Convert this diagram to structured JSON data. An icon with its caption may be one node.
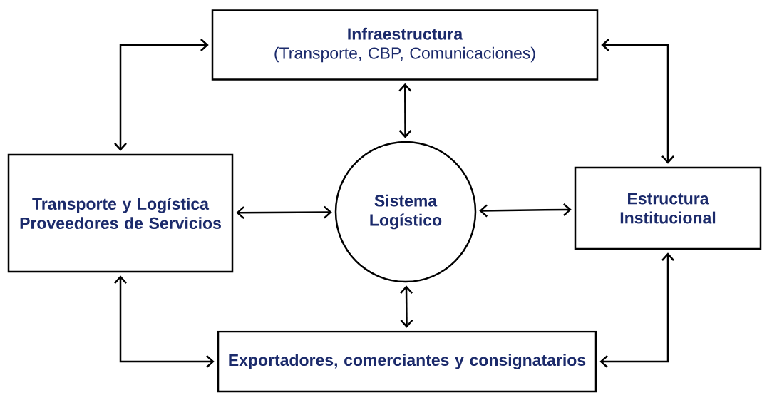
{
  "diagram": {
    "nodes": [
      {
        "text": [
          "Infraestructura",
          "(Transporte, CBP, Comunicaciones)"
        ]
      },
      {
        "text": [
          "Transporte y Logística Proveedores de Servicios"
        ]
      },
      {
        "text": [
          "Sistema Logístico"
        ]
      },
      {
        "text": [
          "Estructura Institucional"
        ]
      },
      {
        "text": [
          "Exportadores, comerciantes y consignatarios"
        ]
      }
    ],
    "edges": [
      {
        "from": 0,
        "to": 2,
        "arrow": "both"
      },
      {
        "from": 1,
        "to": 2,
        "arrow": "both"
      },
      {
        "from": 2,
        "to": 3,
        "arrow": "both"
      },
      {
        "from": 2,
        "to": 4,
        "arrow": "both"
      },
      {
        "from": 0,
        "to": 1,
        "arrow": "both"
      },
      {
        "from": 0,
        "to": 3,
        "arrow": "both"
      },
      {
        "from": 1,
        "to": 4,
        "arrow": "both"
      },
      {
        "from": 3,
        "to": 4,
        "arrow": "both"
      }
    ]
  }
}
